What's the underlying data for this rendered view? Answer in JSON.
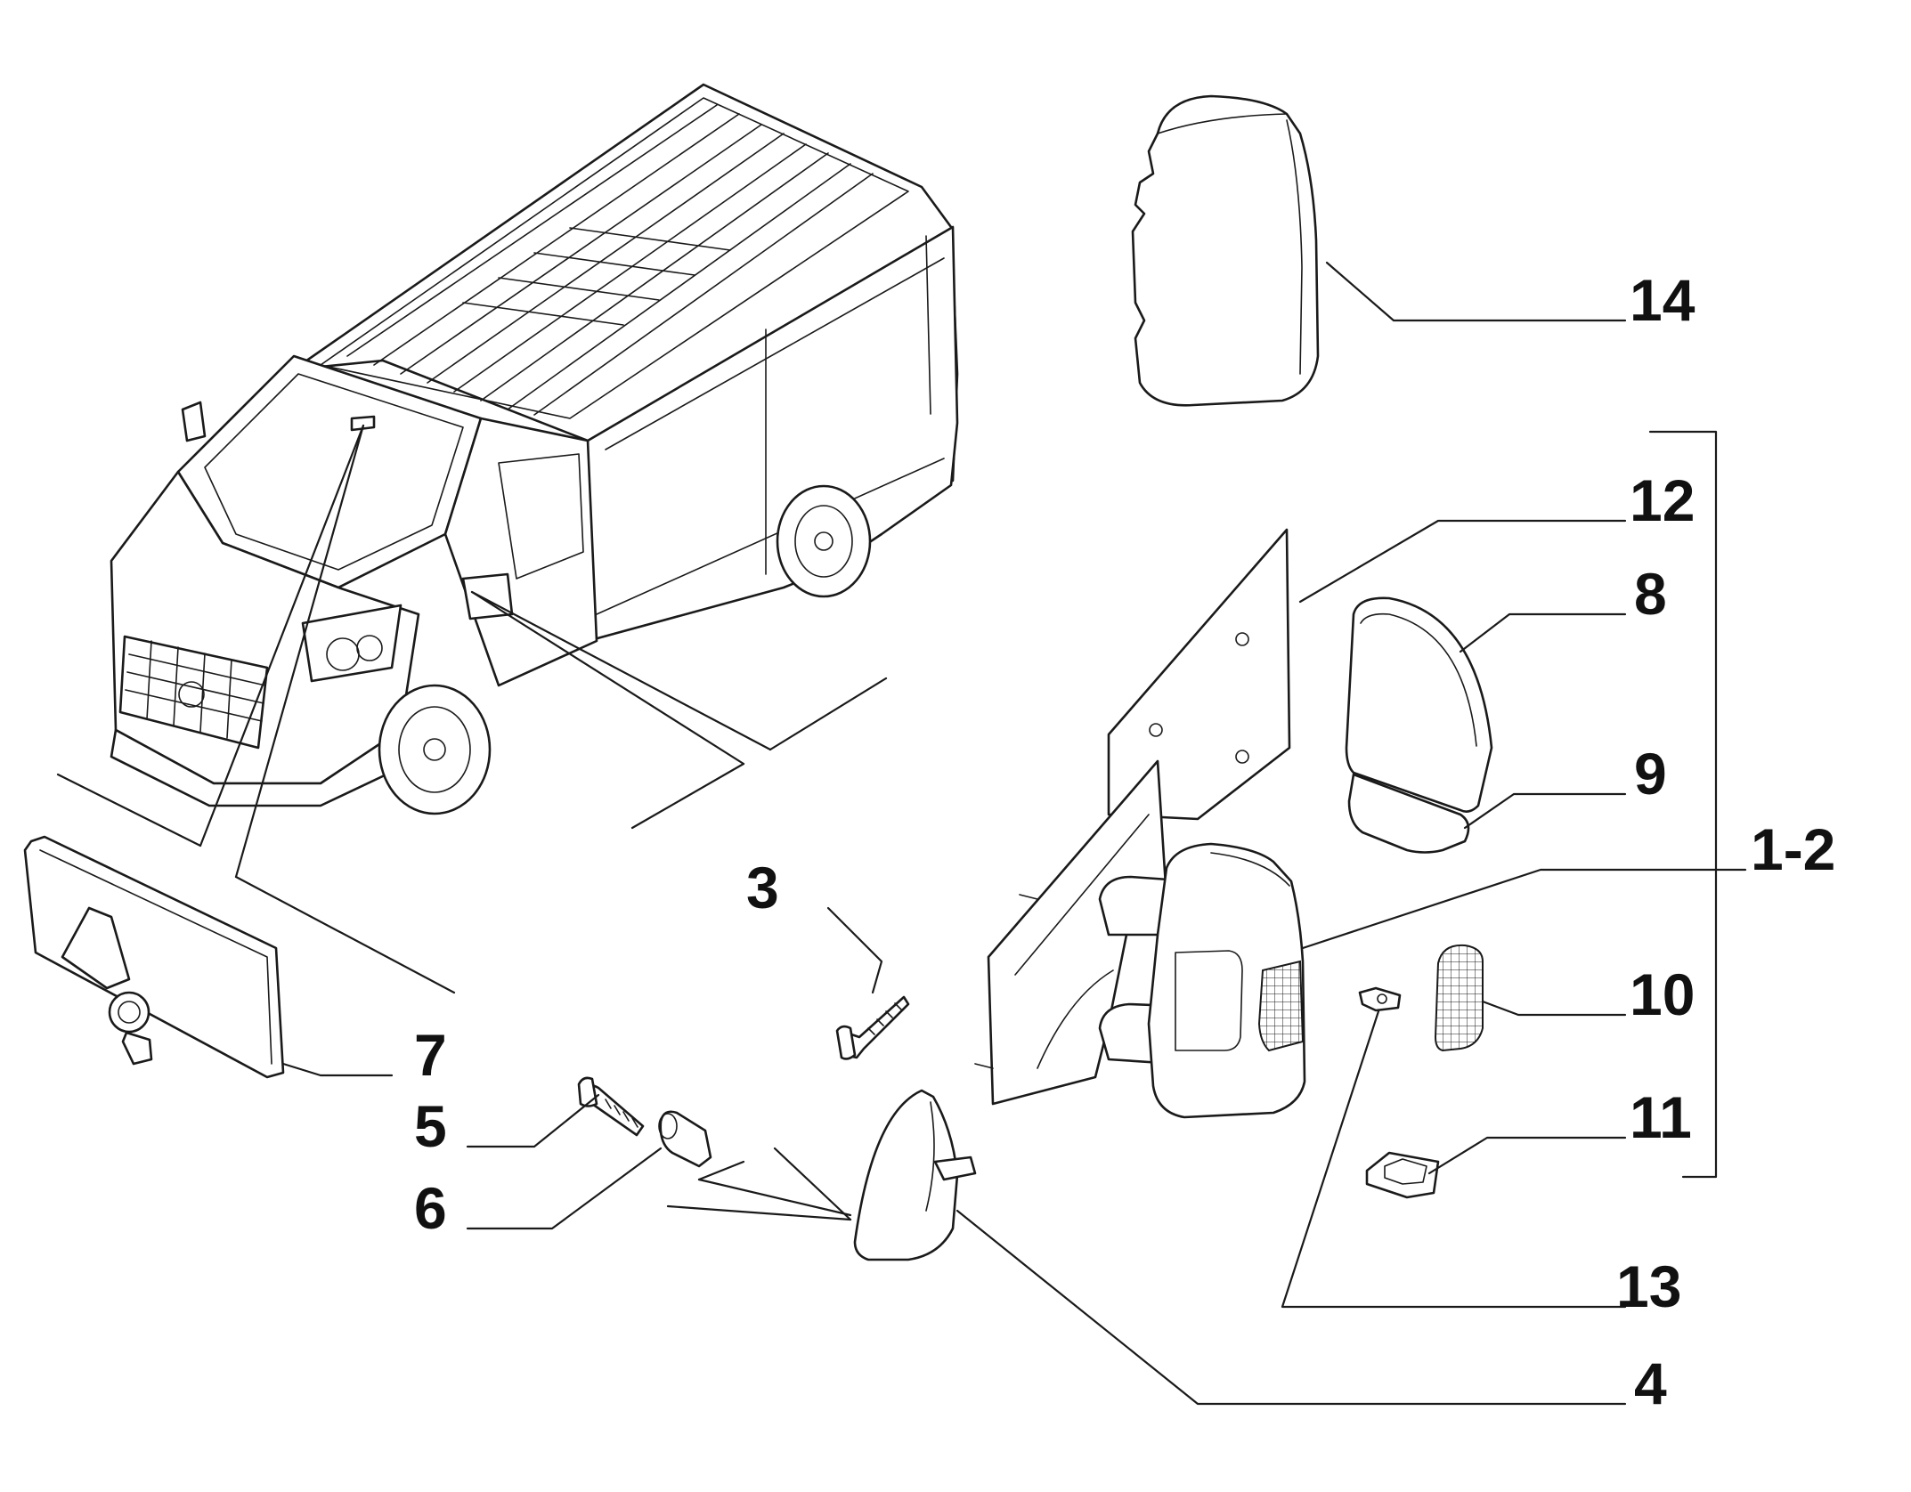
{
  "callouts": {
    "c14": "14",
    "c12": "12",
    "c8": "8",
    "c9": "9",
    "c1_2": "1-2",
    "c3": "3",
    "c10": "10",
    "c7": "7",
    "c5": "5",
    "c11": "11",
    "c6": "6",
    "c13": "13",
    "c4": "4"
  }
}
